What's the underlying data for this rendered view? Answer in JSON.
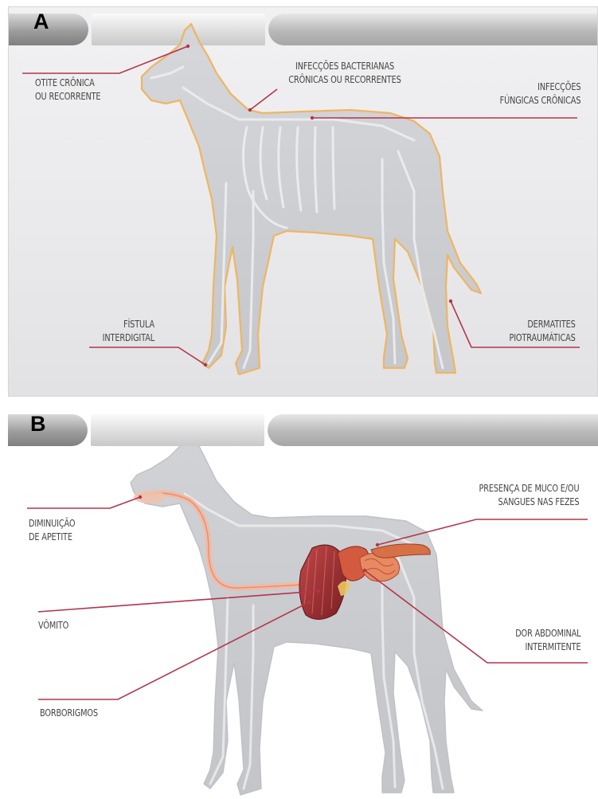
{
  "panels": {
    "a": {
      "letter": "A",
      "labels": {
        "otite_line1": "OTITE CRÔNICA",
        "otite_line2": "OU RECORRENTE",
        "bact_line1": "INFECÇÕES BACTERIANAS",
        "bact_line2": "CRÔNICAS OU RECORRENTES",
        "fung_line1": "INFECÇÕES",
        "fung_line2": "FÚNGICAS CRÔNICAS",
        "fistula_line1": "FÍSTULA",
        "fistula_line2": "INTERDIGITAL",
        "derm_line1": "DERMATITES",
        "derm_line2": "PIOTRAUMÁTICAS"
      }
    },
    "b": {
      "letter": "B",
      "labels": {
        "apetite_line1": "DIMINUIÇÃO",
        "apetite_line2": "DE APETITE",
        "muco_line1": "PRESENÇA DE MUCO E/OU",
        "muco_line2": "SANGUES NAS FEZES",
        "vomito": "VÔMITO",
        "dor_line1": "DOR ABDOMINAL",
        "dor_line2": "INTERMITENTE",
        "borborigmos": "BORBORIGMOS"
      }
    }
  },
  "colors": {
    "leader_line": "#b4344a",
    "skin_outline": "#f0b35a",
    "organ": "#b73a3a"
  }
}
